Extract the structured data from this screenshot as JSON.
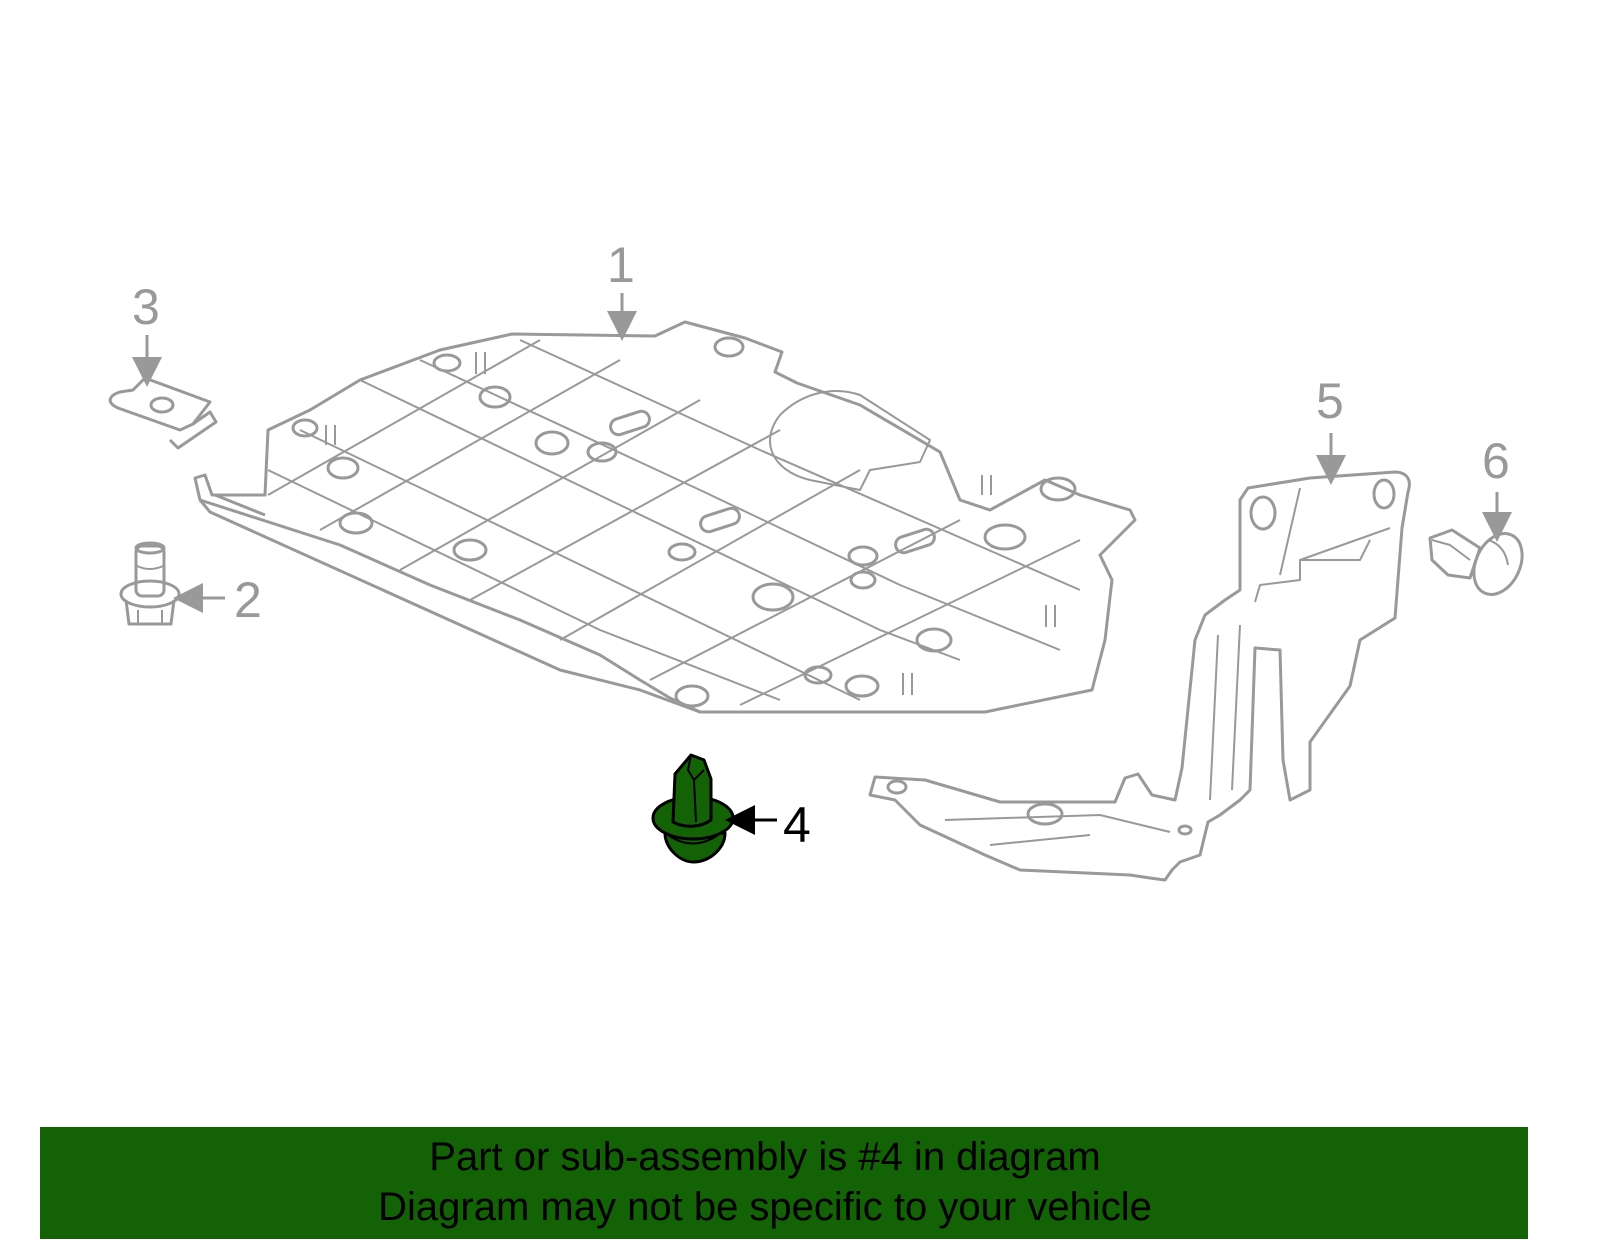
{
  "diagram": {
    "highlighted_part": "4",
    "colors": {
      "line_gray": "#999999",
      "highlight_fill": "#136205",
      "highlight_stroke": "#000000",
      "background": "#ffffff"
    },
    "callouts": [
      {
        "id": "1",
        "label": "1",
        "part": "under-engine-cover-shield"
      },
      {
        "id": "2",
        "label": "2",
        "part": "flange-bolt"
      },
      {
        "id": "3",
        "label": "3",
        "part": "u-nut-clip"
      },
      {
        "id": "4",
        "label": "4",
        "part": "push-clip-fastener",
        "highlighted": true
      },
      {
        "id": "5",
        "label": "5",
        "part": "side-splash-shield"
      },
      {
        "id": "6",
        "label": "6",
        "part": "push-pin-retainer"
      }
    ]
  },
  "banner": {
    "line1": "Part or sub-assembly is #4 in diagram",
    "line2": "Diagram may not be specific to your vehicle",
    "background": "#136205"
  }
}
